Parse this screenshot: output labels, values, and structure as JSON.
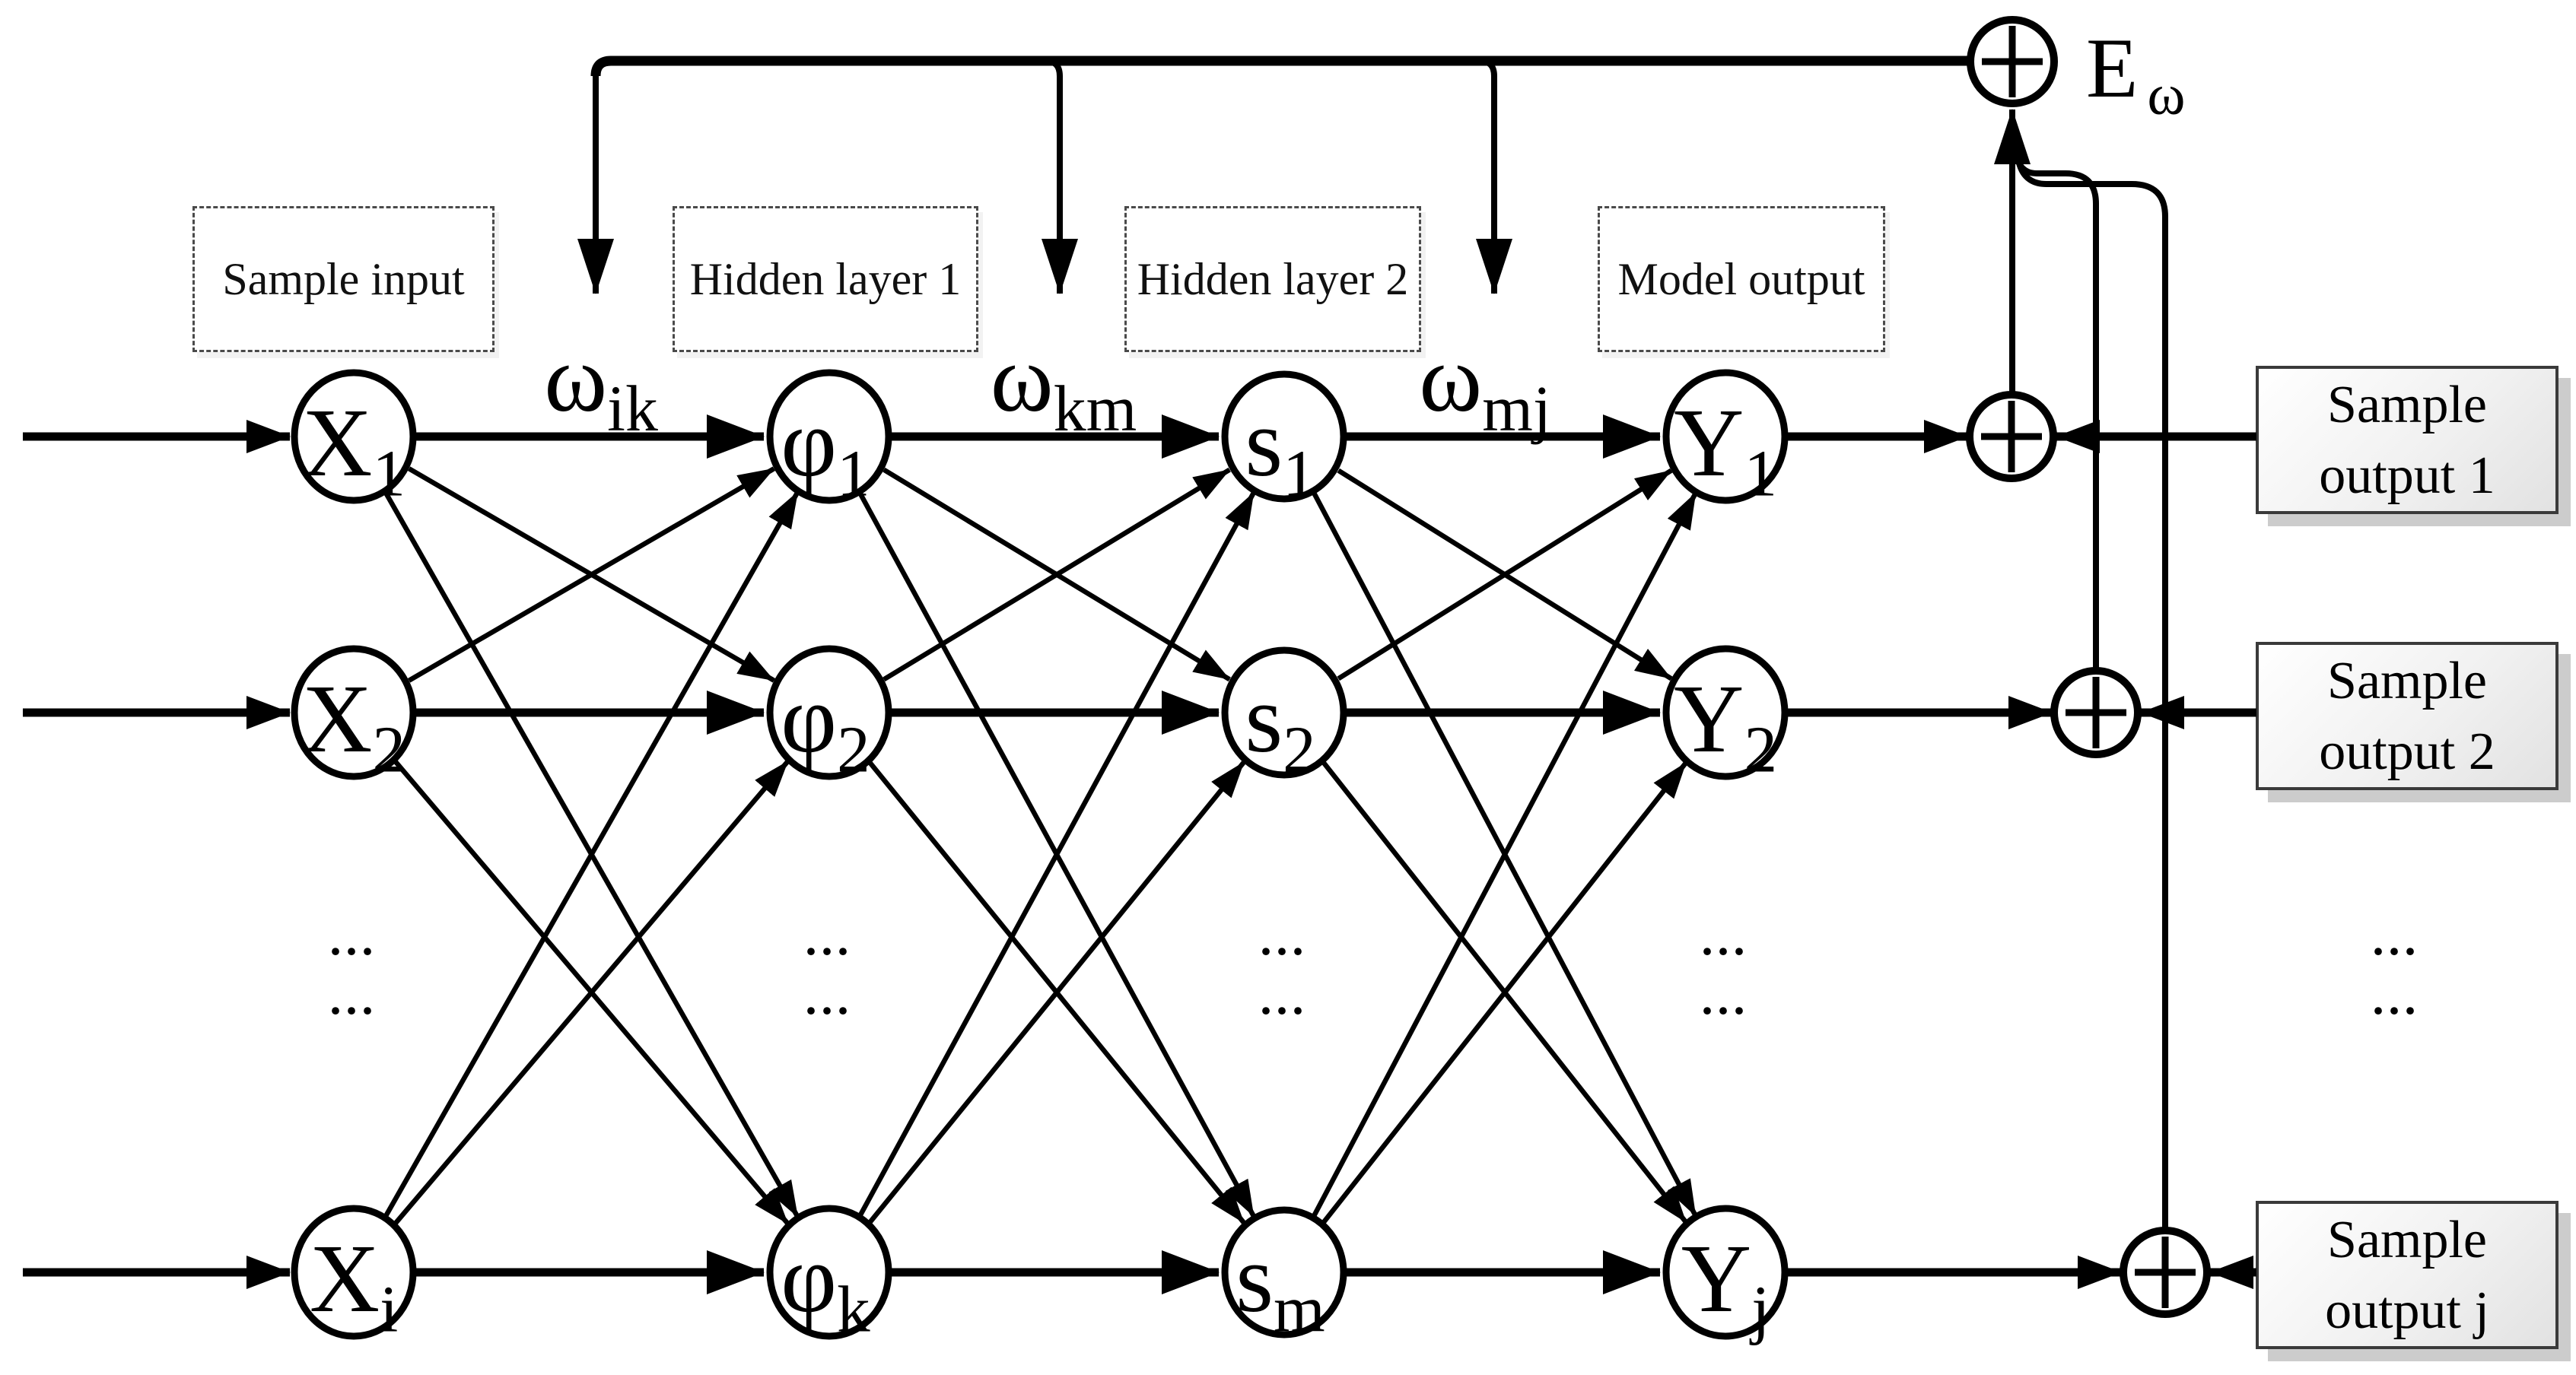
{
  "figure": {
    "description_labels": {
      "layer_boxes": [
        {
          "label": "Sample input"
        },
        {
          "label": "Hidden layer 1"
        },
        {
          "label": "Hidden layer 2"
        },
        {
          "label": "Model output"
        }
      ]
    },
    "weights": [
      {
        "base": "ω",
        "sub": "ik"
      },
      {
        "base": "ω",
        "sub": "km"
      },
      {
        "base": "ω",
        "sub": "mj"
      }
    ],
    "error_sum": {
      "base": "E",
      "sub": "ω"
    },
    "nodes": {
      "input": [
        {
          "base": "X",
          "sub": "1"
        },
        {
          "base": "X",
          "sub": "2"
        },
        {
          "base": "X",
          "sub": "i"
        }
      ],
      "hidden1": [
        {
          "base": "φ",
          "sub": "1"
        },
        {
          "base": "φ",
          "sub": "2"
        },
        {
          "base": "φ",
          "sub": "k"
        }
      ],
      "hidden2": [
        {
          "base": "s",
          "sub": "1"
        },
        {
          "base": "s",
          "sub": "2"
        },
        {
          "base": "s",
          "sub": "m"
        }
      ],
      "output": [
        {
          "base": "Y",
          "sub": "1"
        },
        {
          "base": "Y",
          "sub": "2"
        },
        {
          "base": "Y",
          "sub": "j"
        }
      ]
    },
    "output_boxes": [
      {
        "line1": "Sample",
        "line2": "output 1"
      },
      {
        "line1": "Sample",
        "line2": "output 2"
      },
      {
        "line1": "Sample",
        "line2": "output j"
      }
    ],
    "glyphs": {
      "dots": "..."
    },
    "colors": {
      "line": "#000000",
      "dashed_border": "#4a4a4a",
      "outbox_border": "#3a3a3a",
      "outbox_fill_light": "#ffffff",
      "outbox_fill_dark": "#e2e2e2",
      "shadow": "#cccccc"
    }
  }
}
